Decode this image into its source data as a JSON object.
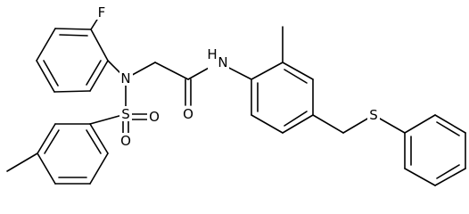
{
  "molecule": {
    "atom_labels": {
      "fluorine": "F",
      "sulfonamide_nitrogen": "N",
      "sulfur_sulfonyl": "S",
      "sulfonyl_oxygen_left": "O",
      "sulfonyl_oxygen_right": "O",
      "carbonyl_oxygen": "O",
      "amide_nitrogen": "N",
      "amide_hydrogen": "H",
      "thioether_sulfur": "S"
    }
  }
}
